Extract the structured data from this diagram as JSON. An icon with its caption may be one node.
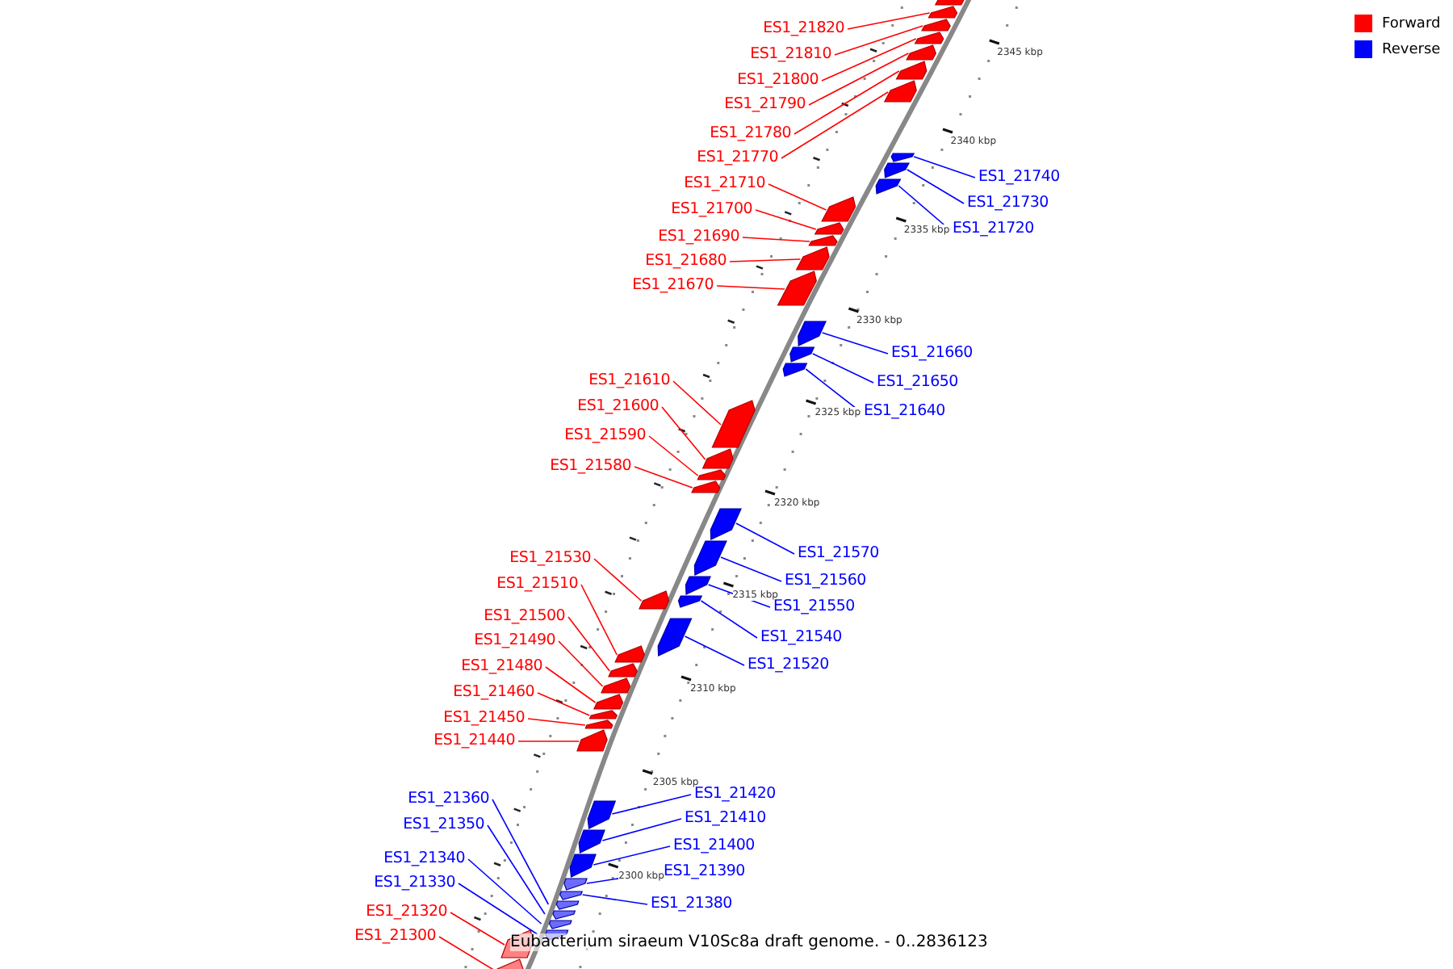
{
  "diagram": {
    "title": "Eubacterium siraeum V10Sc8a draft genome. - 0..2836123",
    "nodes": [
      {
        "text": [
          "ES1_21820"
        ]
      },
      {
        "text": [
          "ES1_21810"
        ]
      },
      {
        "text": [
          "ES1_21800"
        ]
      },
      {
        "text": [
          "ES1_21790"
        ]
      },
      {
        "text": [
          "ES1_21780"
        ]
      },
      {
        "text": [
          "ES1_21770"
        ]
      },
      {
        "text": [
          "ES1_21740"
        ]
      },
      {
        "text": [
          "ES1_21710"
        ]
      },
      {
        "text": [
          "ES1_21730"
        ]
      },
      {
        "text": [
          "ES1_21700"
        ]
      },
      {
        "text": [
          "ES1_21720"
        ]
      },
      {
        "text": [
          "ES1_21690"
        ]
      },
      {
        "text": [
          "ES1_21680"
        ]
      },
      {
        "text": [
          "ES1_21670"
        ]
      },
      {
        "text": [
          "ES1_21660"
        ]
      },
      {
        "text": [
          "ES1_21610"
        ]
      },
      {
        "text": [
          "ES1_21650"
        ]
      },
      {
        "text": [
          "ES1_21600"
        ]
      },
      {
        "text": [
          "ES1_21640"
        ]
      },
      {
        "text": [
          "ES1_21590"
        ]
      },
      {
        "text": [
          "ES1_21580"
        ]
      },
      {
        "text": [
          "ES1_21570"
        ]
      },
      {
        "text": [
          "ES1_21530"
        ]
      },
      {
        "text": [
          "ES1_21560"
        ]
      },
      {
        "text": [
          "ES1_21510"
        ]
      },
      {
        "text": [
          "ES1_21550"
        ]
      },
      {
        "text": [
          "ES1_21500"
        ]
      },
      {
        "text": [
          "ES1_21540"
        ]
      },
      {
        "text": [
          "ES1_21490"
        ]
      },
      {
        "text": [
          "ES1_21520"
        ]
      },
      {
        "text": [
          "ES1_21480"
        ]
      },
      {
        "text": [
          "ES1_21460"
        ]
      },
      {
        "text": [
          "ES1_21450"
        ]
      },
      {
        "text": [
          "ES1_21440"
        ]
      },
      {
        "text": [
          "ES1_21420"
        ]
      },
      {
        "text": [
          "ES1_21360"
        ]
      },
      {
        "text": [
          "ES1_21410"
        ]
      },
      {
        "text": [
          "ES1_21350"
        ]
      },
      {
        "text": [
          "ES1_21400"
        ]
      },
      {
        "text": [
          "ES1_21340"
        ]
      },
      {
        "text": [
          "ES1_21390"
        ]
      },
      {
        "text": [
          "ES1_21330"
        ]
      },
      {
        "text": [
          "ES1_21380"
        ]
      },
      {
        "text": [
          "ES1_21320"
        ]
      },
      {
        "text": [
          "ES1_21300"
        ]
      },
      {
        "text": [],
        "shape": "box"
      },
      {
        "text": [],
        "shape": "box"
      },
      {
        "text": [],
        "shape": "box"
      },
      {
        "text": [],
        "shape": "box"
      },
      {
        "text": [],
        "shape": "box"
      },
      {
        "text": [],
        "shape": "box"
      },
      {
        "text": [],
        "shape": "box"
      },
      {
        "text": [],
        "shape": "box"
      },
      {
        "text": [],
        "shape": "box"
      },
      {
        "text": [],
        "shape": "box"
      },
      {
        "text": [],
        "shape": "box"
      },
      {
        "text": [],
        "shape": "box"
      },
      {
        "text": [],
        "shape": "box"
      },
      {
        "text": [],
        "shape": "box"
      },
      {
        "text": [],
        "shape": "box"
      },
      {
        "text": [],
        "shape": "box"
      },
      {
        "text": [],
        "shape": "box"
      },
      {
        "text": [],
        "shape": "box"
      },
      {
        "text": [],
        "shape": "box"
      },
      {
        "text": [],
        "shape": "box"
      },
      {
        "text": [],
        "shape": "box"
      },
      {
        "text": [],
        "shape": "box"
      },
      {
        "text": [],
        "shape": "box"
      },
      {
        "text": [],
        "shape": "box"
      },
      {
        "text": [],
        "shape": "box"
      },
      {
        "text": [],
        "shape": "box"
      },
      {
        "text": [],
        "shape": "box"
      },
      {
        "text": [],
        "shape": "box"
      },
      {
        "text": [],
        "shape": "box"
      },
      {
        "text": [],
        "shape": "box"
      },
      {
        "text": [],
        "shape": "box"
      },
      {
        "text": [],
        "shape": "box"
      },
      {
        "text": [],
        "shape": "box"
      },
      {
        "text": [],
        "shape": "box"
      },
      {
        "text": [],
        "shape": "box"
      },
      {
        "text": [],
        "shape": "box"
      },
      {
        "text": [],
        "shape": "box"
      },
      {
        "text": [],
        "shape": "box"
      },
      {
        "text": [],
        "shape": "box"
      },
      {
        "text": [],
        "shape": "box"
      },
      {
        "text": [],
        "shape": "box"
      },
      {
        "text": [],
        "shape": "box"
      },
      {
        "text": [],
        "shape": "box"
      },
      {
        "text": [],
        "shape": "box"
      },
      {
        "text": [],
        "shape": "box"
      },
      {
        "text": [],
        "shape": "box"
      }
    ],
    "edges": [
      {
        "from": 0,
        "to": 46,
        "arrow": "none"
      },
      {
        "from": 1,
        "to": 47,
        "arrow": "none"
      },
      {
        "from": 2,
        "to": 48,
        "arrow": "none"
      },
      {
        "from": 3,
        "to": 49,
        "arrow": "none"
      },
      {
        "from": 4,
        "to": 50,
        "arrow": "none"
      },
      {
        "from": 5,
        "to": 51,
        "arrow": "none"
      },
      {
        "from": 6,
        "to": 52,
        "arrow": "none",
        "color": "#0000ff"
      },
      {
        "from": 7,
        "to": 55,
        "arrow": "none"
      },
      {
        "from": 8,
        "to": 53,
        "arrow": "none",
        "color": "#0000ff"
      },
      {
        "from": 9,
        "to": 56,
        "arrow": "none"
      },
      {
        "from": 10,
        "to": 54,
        "arrow": "none",
        "color": "#0000ff"
      },
      {
        "from": 11,
        "to": 57,
        "arrow": "none"
      },
      {
        "from": 12,
        "to": 58,
        "arrow": "none"
      },
      {
        "from": 13,
        "to": 59,
        "arrow": "none"
      },
      {
        "from": 14,
        "to": 60,
        "arrow": "none",
        "color": "#0000ff"
      },
      {
        "from": 15,
        "to": 63,
        "arrow": "none"
      },
      {
        "from": 16,
        "to": 61,
        "arrow": "none",
        "color": "#0000ff"
      },
      {
        "from": 17,
        "to": 64,
        "arrow": "none"
      },
      {
        "from": 18,
        "to": 62,
        "arrow": "none",
        "color": "#0000ff"
      },
      {
        "from": 19,
        "to": 65,
        "arrow": "none"
      },
      {
        "from": 20,
        "to": 66,
        "arrow": "none"
      },
      {
        "from": 21,
        "to": 67,
        "arrow": "none",
        "color": "#0000ff"
      },
      {
        "from": 22,
        "to": 71,
        "arrow": "none"
      },
      {
        "from": 23,
        "to": 68,
        "arrow": "none",
        "color": "#0000ff"
      },
      {
        "from": 24,
        "to": 73,
        "arrow": "none"
      },
      {
        "from": 25,
        "to": 69,
        "arrow": "none",
        "color": "#0000ff"
      },
      {
        "from": 26,
        "to": 74,
        "arrow": "none"
      },
      {
        "from": 27,
        "to": 70,
        "arrow": "none",
        "color": "#0000ff"
      },
      {
        "from": 28,
        "to": 75,
        "arrow": "none"
      },
      {
        "from": 29,
        "to": 72,
        "arrow": "none",
        "color": "#0000ff"
      },
      {
        "from": 30,
        "to": 76,
        "arrow": "none"
      },
      {
        "from": 31,
        "to": 77,
        "arrow": "none"
      },
      {
        "from": 32,
        "to": 78,
        "arrow": "none"
      },
      {
        "from": 33,
        "to": 79,
        "arrow": "none"
      },
      {
        "from": 34,
        "to": 80,
        "arrow": "none",
        "color": "#0000ff"
      },
      {
        "from": 35,
        "to": 85,
        "arrow": "none",
        "color": "#0000ff"
      },
      {
        "from": 36,
        "to": 81,
        "arrow": "none",
        "color": "#0000ff"
      },
      {
        "from": 37,
        "to": 86,
        "arrow": "none",
        "color": "#0000ff"
      },
      {
        "from": 38,
        "to": 82,
        "arrow": "none",
        "color": "#0000ff"
      },
      {
        "from": 39,
        "to": 87,
        "arrow": "none",
        "color": "#0000ff"
      },
      {
        "from": 40,
        "to": 83,
        "arrow": "none",
        "color": "#0000ff"
      },
      {
        "from": 41,
        "to": 88,
        "arrow": "none",
        "color": "#0000ff"
      },
      {
        "from": 42,
        "to": 84,
        "arrow": "none",
        "color": "#0000ff"
      },
      {
        "from": 43,
        "to": 89,
        "arrow": "none"
      },
      {
        "from": 44,
        "to": 90,
        "arrow": "none"
      }
    ],
    "labels": [
      "2345 kbp",
      "2340 kbp",
      "2335 kbp",
      "2330 kbp",
      "2325 kbp",
      "2320 kbp",
      "2315 kbp",
      "2310 kbp",
      "2305 kbp",
      "2300 kbp"
    ],
    "legend": [
      {
        "text": "Forward",
        "color": "#ff0000"
      },
      {
        "text": "Reverse",
        "color": "#0000ff"
      }
    ]
  }
}
